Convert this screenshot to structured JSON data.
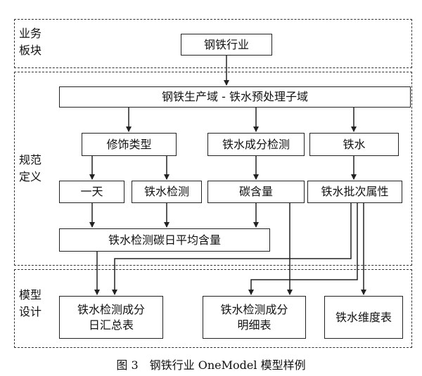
{
  "sections": {
    "business": "业务\n板块",
    "spec": "规范\n定义",
    "model": "模型\n设计"
  },
  "nodes": {
    "steel_industry": "钢铁行业",
    "domain": "钢铁生产域 - 铁水预处理子域",
    "modifier_type": "修饰类型",
    "composition_test": "铁水成分检测",
    "hot_metal": "铁水",
    "one_day": "一天",
    "hot_metal_test": "铁水检测",
    "carbon_content": "碳含量",
    "batch_attr": "铁水批次属性",
    "daily_avg_carbon": "铁水检测碳日平均含量",
    "daily_summary": "铁水检测成分\n日汇总表",
    "detail_table": "铁水检测成分\n明细表",
    "dimension_table": "铁水维度表"
  },
  "caption": "图 3　钢铁行业 OneModel 模型样例"
}
